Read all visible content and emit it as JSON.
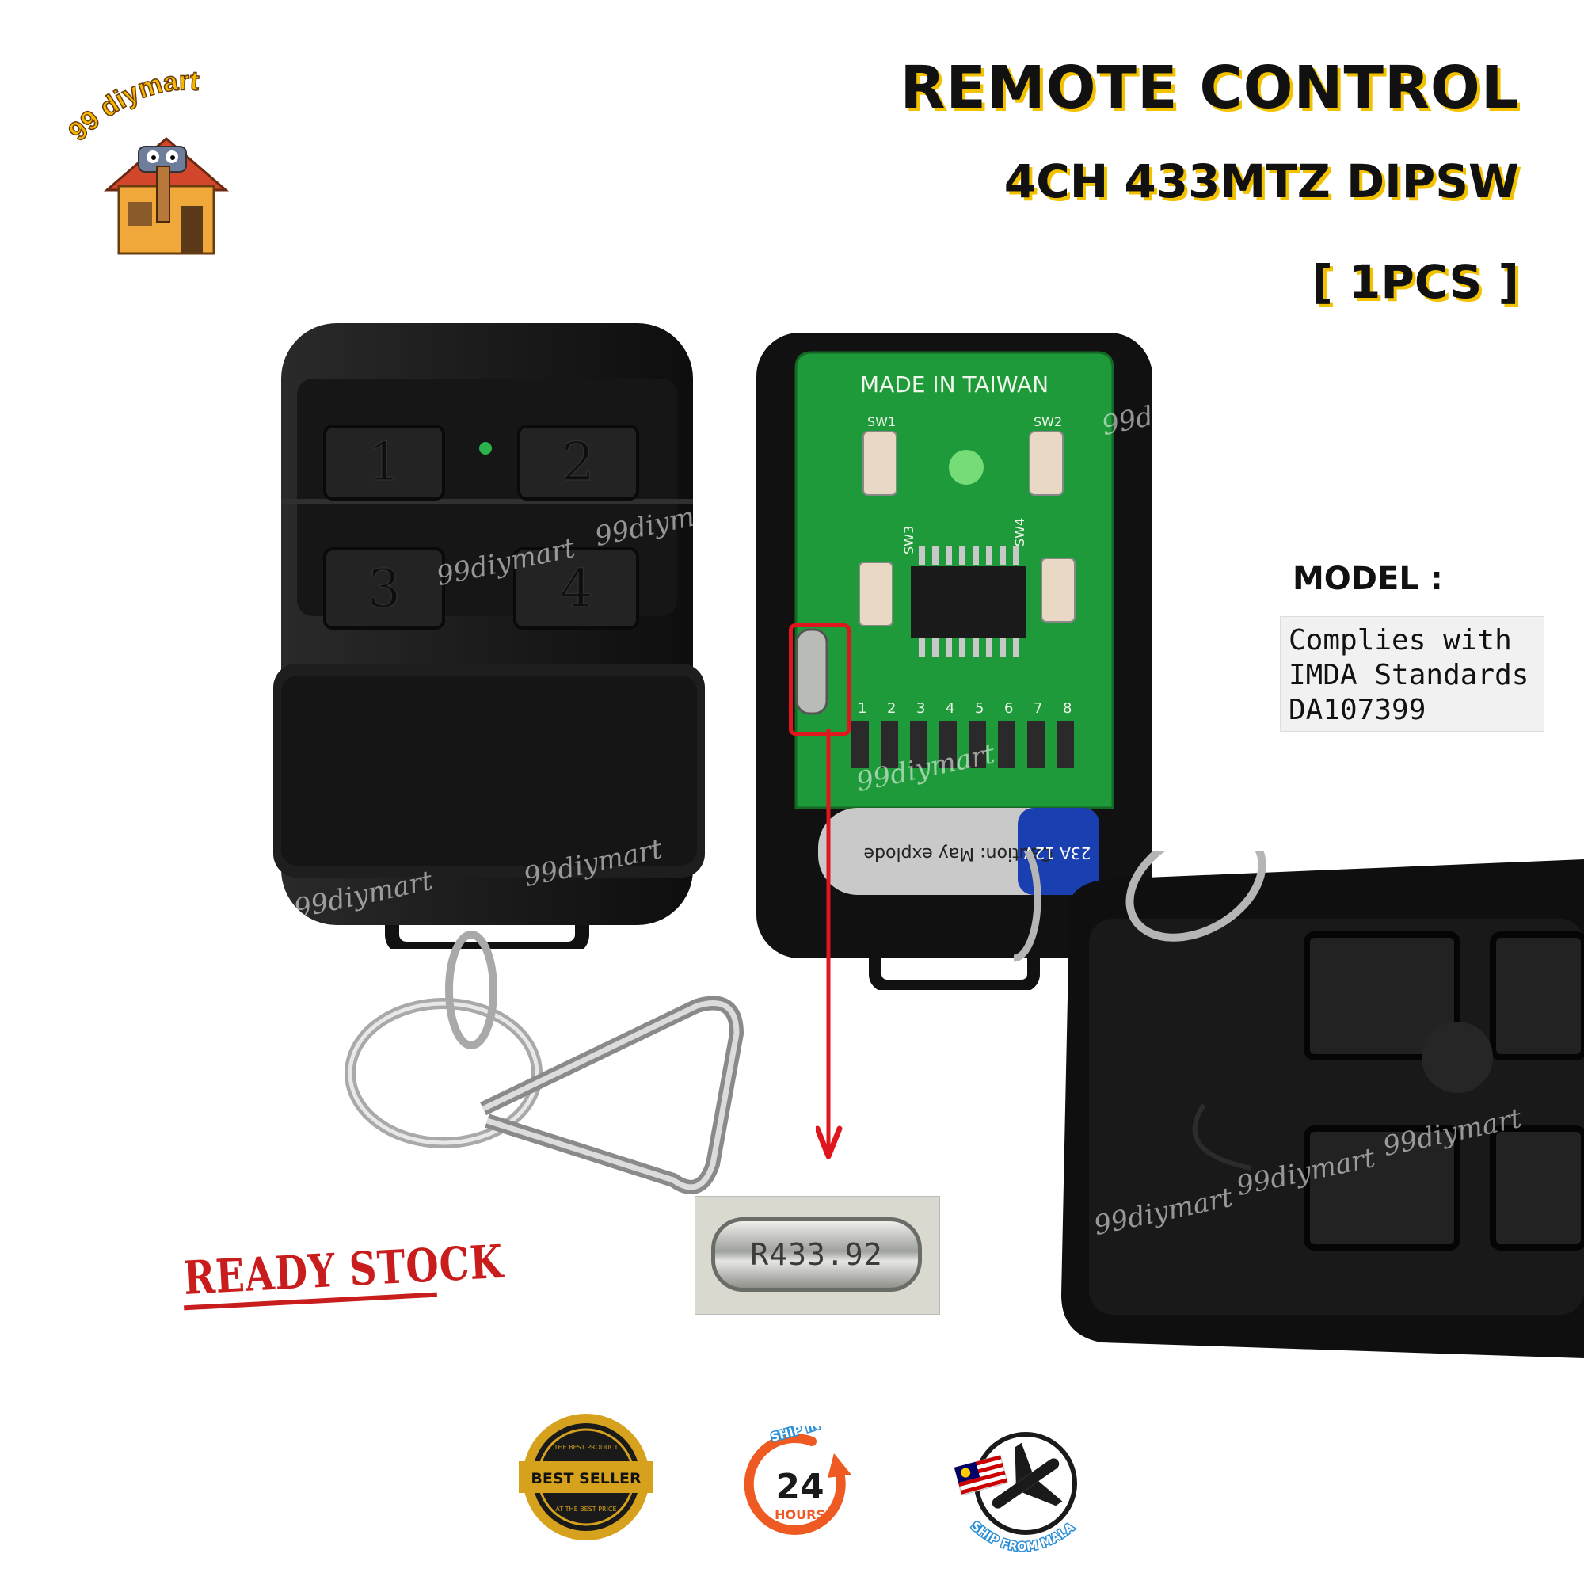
{
  "brand": {
    "logo_text": "99 diymart"
  },
  "headline": {
    "title": "REMOTE CONTROL",
    "subtitle": "4CH 433MTZ DIPSW",
    "quantity": "[ 1PCS ]"
  },
  "model": {
    "label": "MODEL :",
    "imda_lines": [
      "Complies with",
      "IMDA Standards",
      "DA107399"
    ]
  },
  "remote_front": {
    "buttons": [
      "1",
      "2",
      "3",
      "4"
    ]
  },
  "remote_open": {
    "pcb_text": "MADE IN TAIWAN",
    "switch_labels": [
      "SW1",
      "SW2",
      "SW3",
      "SW4"
    ],
    "dip_numbers": [
      "1",
      "2",
      "3",
      "4",
      "5",
      "6",
      "7",
      "8"
    ],
    "crystal_text": "R433.92",
    "battery_text": "23A 12V"
  },
  "crystal_zoom": {
    "text": "R433.92"
  },
  "stamp": {
    "text": "READY STOCK"
  },
  "badges": {
    "best_seller": {
      "top": "THE BEST PRODUCT",
      "main": "BEST SELLER",
      "bottom": "AT THE BEST PRICE"
    },
    "shipping": {
      "top": "SHIP IN",
      "number": "24",
      "unit": "HOURS"
    },
    "origin": {
      "text": "SHIP FROM MALAYSIA"
    }
  },
  "watermark": "99diymart",
  "colors": {
    "accent": "#f2c200",
    "highlight": "#e0161f",
    "stamp": "#c91c1c",
    "pcb": "#1f9a3a",
    "badge_orange": "#ef5a22"
  }
}
